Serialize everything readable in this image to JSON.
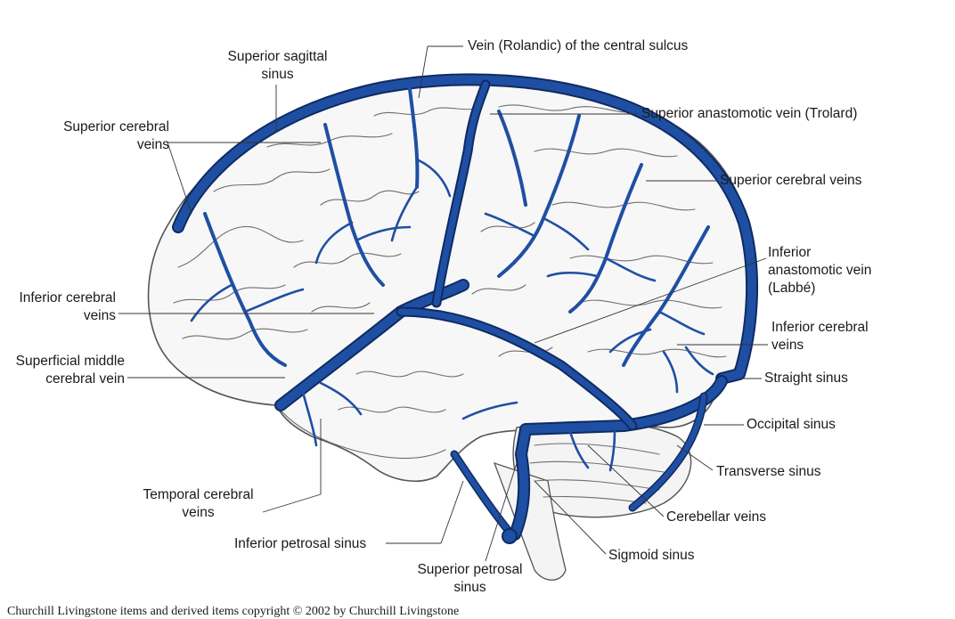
{
  "colors": {
    "vein": "#1f4fa3",
    "vein_outline": "#0e2b63",
    "brain_outline": "#555555",
    "background": "#ffffff"
  },
  "labels": {
    "superior_sagittal_sinus": [
      "Superior sagittal",
      "sinus"
    ],
    "vein_rolandic": "Vein (Rolandic) of the central sulcus",
    "superior_cerebral_veins_left": [
      "Superior cerebral",
      "veins"
    ],
    "superior_anastomotic_vein": "Superior anastomotic vein (Trolard)",
    "superior_cerebral_veins_right": "Superior cerebral veins",
    "inferior_anastomotic_vein": [
      "Inferior",
      "anastomotic vein",
      "(Labbé)"
    ],
    "inferior_cerebral_veins_left": [
      "Inferior cerebral",
      "veins"
    ],
    "inferior_cerebral_veins_right": [
      "Inferior cerebral",
      "veins"
    ],
    "superficial_middle_cerebral_vein": [
      "Superficial middle",
      "cerebral vein"
    ],
    "straight_sinus": "Straight sinus",
    "occipital_sinus": "Occipital sinus",
    "transverse_sinus": "Transverse sinus",
    "cerebellar_veins": "Cerebellar veins",
    "temporal_cerebral_veins": [
      "Temporal cerebral",
      "veins"
    ],
    "inferior_petrosal_sinus": "Inferior petrosal sinus",
    "sigmoid_sinus": "Sigmoid sinus",
    "superior_petrosal_sinus": [
      "Superior petrosal",
      "sinus"
    ]
  },
  "copyright": "Churchill Livingstone items and derived items copyright © 2002 by Churchill Livingstone"
}
